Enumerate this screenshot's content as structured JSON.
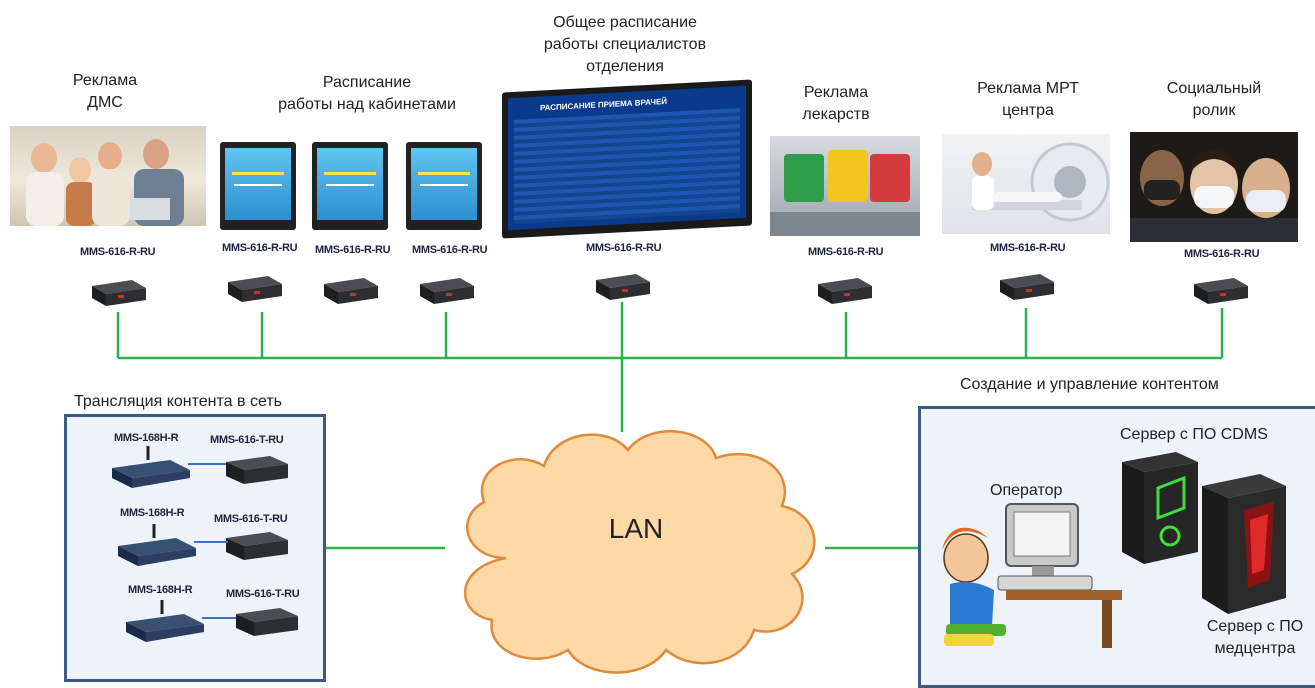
{
  "colors": {
    "line": "#2db34a",
    "cloud_fill": "#fdd9a5",
    "cloud_stroke": "#e08a3b",
    "panel_border": "#3d5a80",
    "panel_fill": "#eef3f9"
  },
  "screens": {
    "dms": {
      "label": "Реклама\nДМС",
      "model": "MMS-616-R-RU"
    },
    "cabinets": {
      "label": "Расписание\nработы над кабинетами",
      "models": [
        "MMS-616-R-RU",
        "MMS-616-R-RU",
        "MMS-616-R-RU"
      ]
    },
    "schedule": {
      "label": "Общее расписание\nработы специалистов\nотделения",
      "model": "MMS-616-R-RU",
      "screen_title": "РАСПИСАНИЕ ПРИЕМА ВРАЧЕЙ"
    },
    "drugs": {
      "label": "Реклама\nлекарств",
      "model": "MMS-616-R-RU"
    },
    "mri": {
      "label": "Реклама МРТ\nцентра",
      "model": "MMS-616-R-RU"
    },
    "social": {
      "label": "Социальный\nролик",
      "model": "MMS-616-R-RU"
    }
  },
  "broadcast": {
    "title": "Трансляция контента в сеть",
    "rows": [
      {
        "encoder": "MMS-168H-R",
        "transmitter": "MMS-616-T-RU"
      },
      {
        "encoder": "MMS-168H-R",
        "transmitter": "MMS-616-T-RU"
      },
      {
        "encoder": "MMS-168H-R",
        "transmitter": "MMS-616-T-RU"
      }
    ]
  },
  "cloud": {
    "label": "LAN"
  },
  "management": {
    "title": "Создание и управление контентом",
    "operator_label": "Оператор",
    "cdms_label": "Сервер  с ПО CDMS",
    "med_label": "Сервер  с ПО\nмедцентра"
  },
  "icons": {
    "player": "media-player-icon",
    "cloud": "cloud-icon",
    "tower": "pc-tower-icon",
    "operator": "operator-at-computer-icon"
  }
}
